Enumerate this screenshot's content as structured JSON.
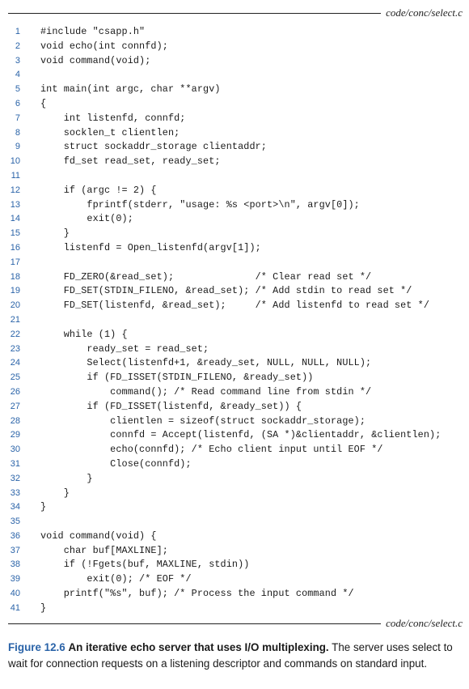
{
  "header": {
    "filename": "code/conc/select.c"
  },
  "footer": {
    "filename": "code/conc/select.c"
  },
  "code": {
    "lines": [
      {
        "n": "1",
        "text": "#include \"csapp.h\""
      },
      {
        "n": "2",
        "text": "void echo(int connfd);"
      },
      {
        "n": "3",
        "text": "void command(void);"
      },
      {
        "n": "4",
        "text": ""
      },
      {
        "n": "5",
        "text": "int main(int argc, char **argv)"
      },
      {
        "n": "6",
        "text": "{"
      },
      {
        "n": "7",
        "text": "    int listenfd, connfd;"
      },
      {
        "n": "8",
        "text": "    socklen_t clientlen;"
      },
      {
        "n": "9",
        "text": "    struct sockaddr_storage clientaddr;"
      },
      {
        "n": "10",
        "text": "    fd_set read_set, ready_set;"
      },
      {
        "n": "11",
        "text": ""
      },
      {
        "n": "12",
        "text": "    if (argc != 2) {"
      },
      {
        "n": "13",
        "text": "        fprintf(stderr, \"usage: %s <port>\\n\", argv[0]);"
      },
      {
        "n": "14",
        "text": "        exit(0);"
      },
      {
        "n": "15",
        "text": "    }"
      },
      {
        "n": "16",
        "text": "    listenfd = Open_listenfd(argv[1]);"
      },
      {
        "n": "17",
        "text": ""
      },
      {
        "n": "18",
        "text": "    FD_ZERO(&read_set);              /* Clear read set */"
      },
      {
        "n": "19",
        "text": "    FD_SET(STDIN_FILENO, &read_set); /* Add stdin to read set */"
      },
      {
        "n": "20",
        "text": "    FD_SET(listenfd, &read_set);     /* Add listenfd to read set */"
      },
      {
        "n": "21",
        "text": ""
      },
      {
        "n": "22",
        "text": "    while (1) {"
      },
      {
        "n": "23",
        "text": "        ready_set = read_set;"
      },
      {
        "n": "24",
        "text": "        Select(listenfd+1, &ready_set, NULL, NULL, NULL);"
      },
      {
        "n": "25",
        "text": "        if (FD_ISSET(STDIN_FILENO, &ready_set))"
      },
      {
        "n": "26",
        "text": "            command(); /* Read command line from stdin */"
      },
      {
        "n": "27",
        "text": "        if (FD_ISSET(listenfd, &ready_set)) {"
      },
      {
        "n": "28",
        "text": "            clientlen = sizeof(struct sockaddr_storage);"
      },
      {
        "n": "29",
        "text": "            connfd = Accept(listenfd, (SA *)&clientaddr, &clientlen);"
      },
      {
        "n": "30",
        "text": "            echo(connfd); /* Echo client input until EOF */"
      },
      {
        "n": "31",
        "text": "            Close(connfd);"
      },
      {
        "n": "32",
        "text": "        }"
      },
      {
        "n": "33",
        "text": "    }"
      },
      {
        "n": "34",
        "text": "}"
      },
      {
        "n": "35",
        "text": ""
      },
      {
        "n": "36",
        "text": "void command(void) {"
      },
      {
        "n": "37",
        "text": "    char buf[MAXLINE];"
      },
      {
        "n": "38",
        "text": "    if (!Fgets(buf, MAXLINE, stdin))"
      },
      {
        "n": "39",
        "text": "        exit(0); /* EOF */"
      },
      {
        "n": "40",
        "text": "    printf(\"%s\", buf); /* Process the input command */"
      },
      {
        "n": "41",
        "text": "}"
      }
    ]
  },
  "caption": {
    "label": "Figure 12.6",
    "title": "An iterative echo server that uses I/O multiplexing.",
    "body": "The server uses select to wait for connection requests on a listening descriptor and commands on standard input."
  }
}
